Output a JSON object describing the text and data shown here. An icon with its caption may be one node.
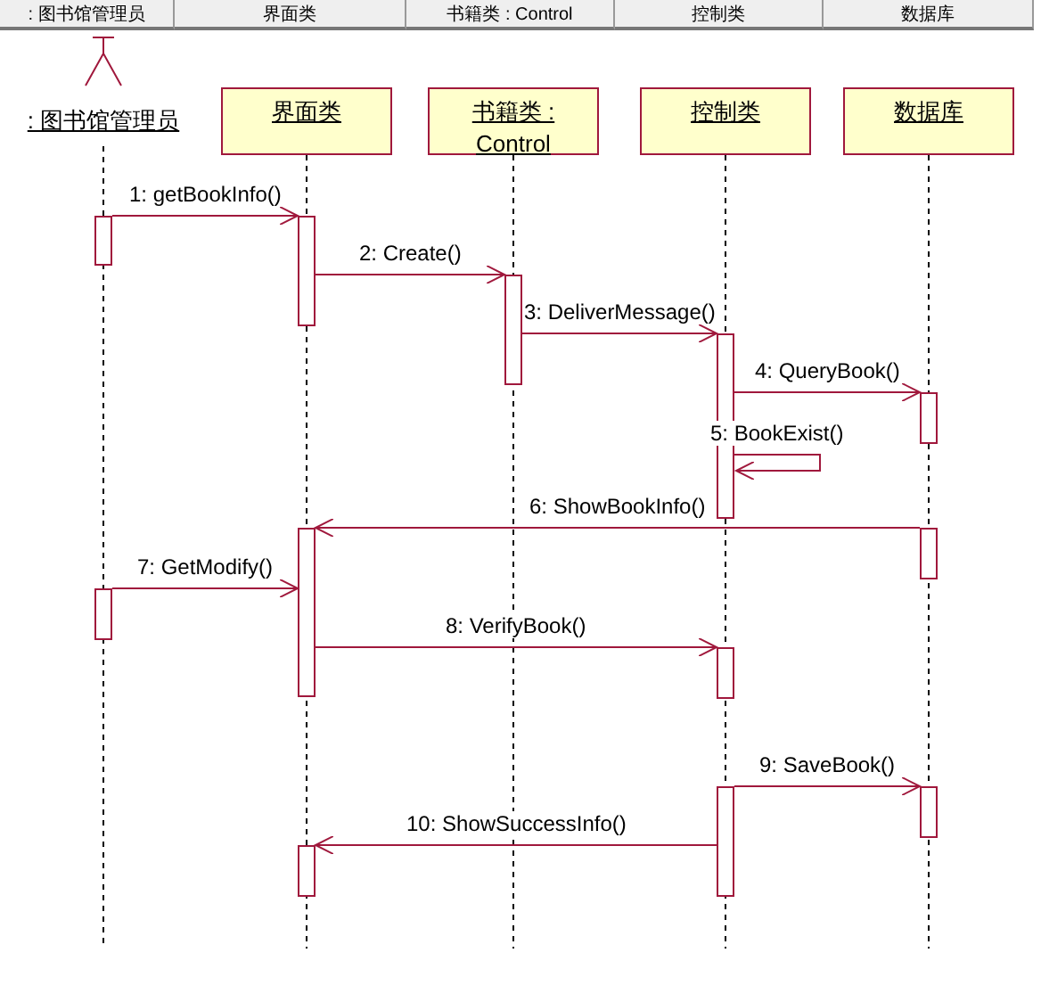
{
  "diagram": {
    "nodes": [
      {
        "text": [
          ": 图书馆管理员"
        ]
      },
      {
        "text": [
          "界面类"
        ]
      },
      {
        "text": [
          "书籍类 : Control"
        ]
      },
      {
        "text": [
          "控制类"
        ]
      },
      {
        "text": [
          "数据库"
        ]
      },
      {
        "text": [],
        "shape": "bar"
      },
      {
        "text": [],
        "shape": "bar"
      },
      {
        "text": [],
        "shape": "bar"
      },
      {
        "text": [],
        "shape": "bar"
      },
      {
        "text": [],
        "shape": "bar"
      },
      {
        "text": [],
        "shape": "bar"
      },
      {
        "text": [],
        "shape": "bar"
      },
      {
        "text": [],
        "shape": "bar"
      },
      {
        "text": [],
        "shape": "bar"
      },
      {
        "text": [],
        "shape": "bar"
      },
      {
        "text": [],
        "shape": "bar"
      },
      {
        "text": [],
        "shape": "bar"
      }
    ],
    "edges": [
      {
        "from": 5,
        "to": 6,
        "arrow": "to",
        "label": "1: getBookInfo()"
      },
      {
        "from": 6,
        "to": 7,
        "arrow": "to",
        "label": "2: Create()"
      },
      {
        "from": 7,
        "to": 8,
        "arrow": "to",
        "label": "3: DeliverMessage()"
      },
      {
        "from": 8,
        "to": 9,
        "arrow": "to",
        "label": "4: QueryBook()"
      },
      {
        "from": 8,
        "to": 8,
        "arrow": "to",
        "label": "5: BookExist()"
      },
      {
        "from": 11,
        "to": 10,
        "arrow": "to",
        "label": "6: ShowBookInfo()"
      },
      {
        "from": 12,
        "to": 10,
        "arrow": "to",
        "label": "7: GetModify()"
      },
      {
        "from": 10,
        "to": 13,
        "arrow": "to",
        "label": "8: VerifyBook()"
      },
      {
        "from": 14,
        "to": 15,
        "arrow": "to",
        "label": "9: SaveBook()"
      },
      {
        "from": 14,
        "to": 16,
        "arrow": "to",
        "label": "10: ShowSuccessInfo()"
      }
    ],
    "labels": [
      ": 图书馆管理员",
      "界面类",
      "书籍类 : Control",
      "控制类",
      "数据库"
    ]
  }
}
